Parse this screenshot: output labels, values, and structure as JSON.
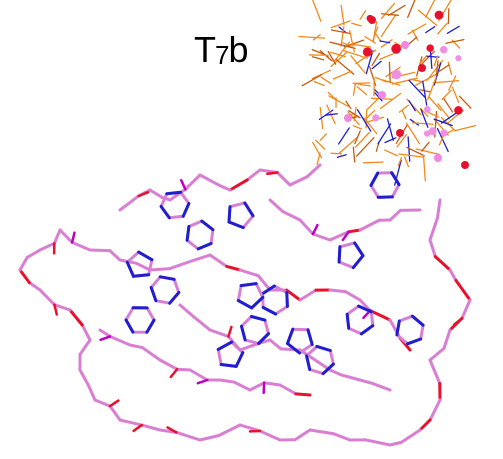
{
  "figure": {
    "label_main": "T",
    "label_sub": "7",
    "label_suffix": "b"
  },
  "colors": {
    "background": "#ffffff",
    "backbone": "#d97fd3",
    "oxygen": "#e8112d",
    "phosphorus": "#c000c0",
    "nitrogen": "#1f1fcf",
    "ensemble": "#f08a1c",
    "ensemble_dark": "#c85a10"
  }
}
